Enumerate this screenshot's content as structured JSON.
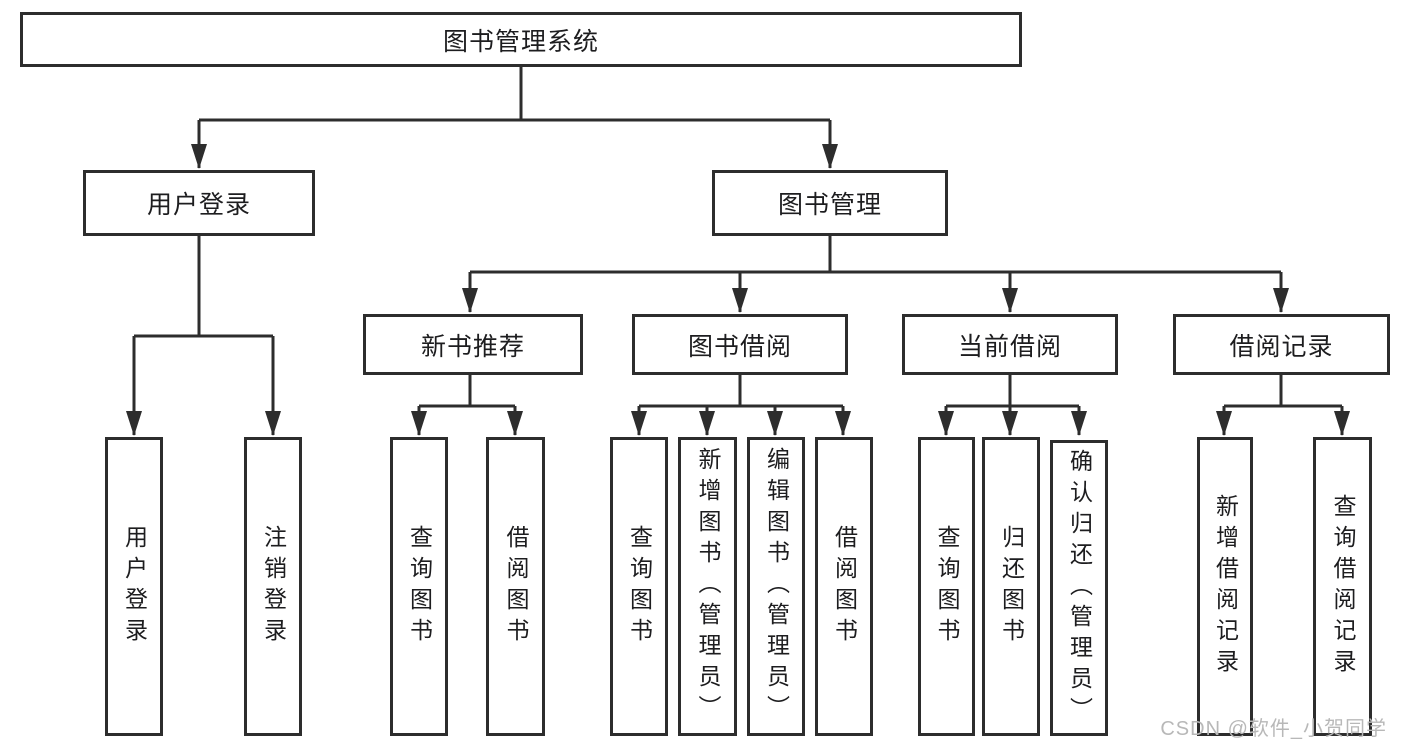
{
  "colors": {
    "line": "#2d2d2d",
    "text": "#1d1d1f",
    "background": "#ffffff",
    "watermark": "#b8b8b8"
  },
  "watermark": {
    "text": "CSDN @软件_小贺同学"
  },
  "tree": {
    "root": {
      "label": "图书管理系统",
      "children": [
        {
          "label": "用户登录",
          "children": [
            {
              "label": "用户登录"
            },
            {
              "label": "注销登录"
            }
          ]
        },
        {
          "label": "图书管理",
          "children": [
            {
              "label": "新书推荐",
              "children": [
                {
                  "label": "查询图书"
                },
                {
                  "label": "借阅图书"
                }
              ]
            },
            {
              "label": "图书借阅",
              "children": [
                {
                  "label": "查询图书"
                },
                {
                  "label": "新增图书（管理员）"
                },
                {
                  "label": "编辑图书（管理员）"
                },
                {
                  "label": "借阅图书"
                }
              ]
            },
            {
              "label": "当前借阅",
              "children": [
                {
                  "label": "查询图书"
                },
                {
                  "label": "归还图书"
                },
                {
                  "label": "确认归还（管理员）"
                }
              ]
            },
            {
              "label": "借阅记录",
              "children": [
                {
                  "label": "新增借阅记录"
                },
                {
                  "label": "查询借阅记录"
                }
              ]
            }
          ]
        }
      ]
    }
  }
}
